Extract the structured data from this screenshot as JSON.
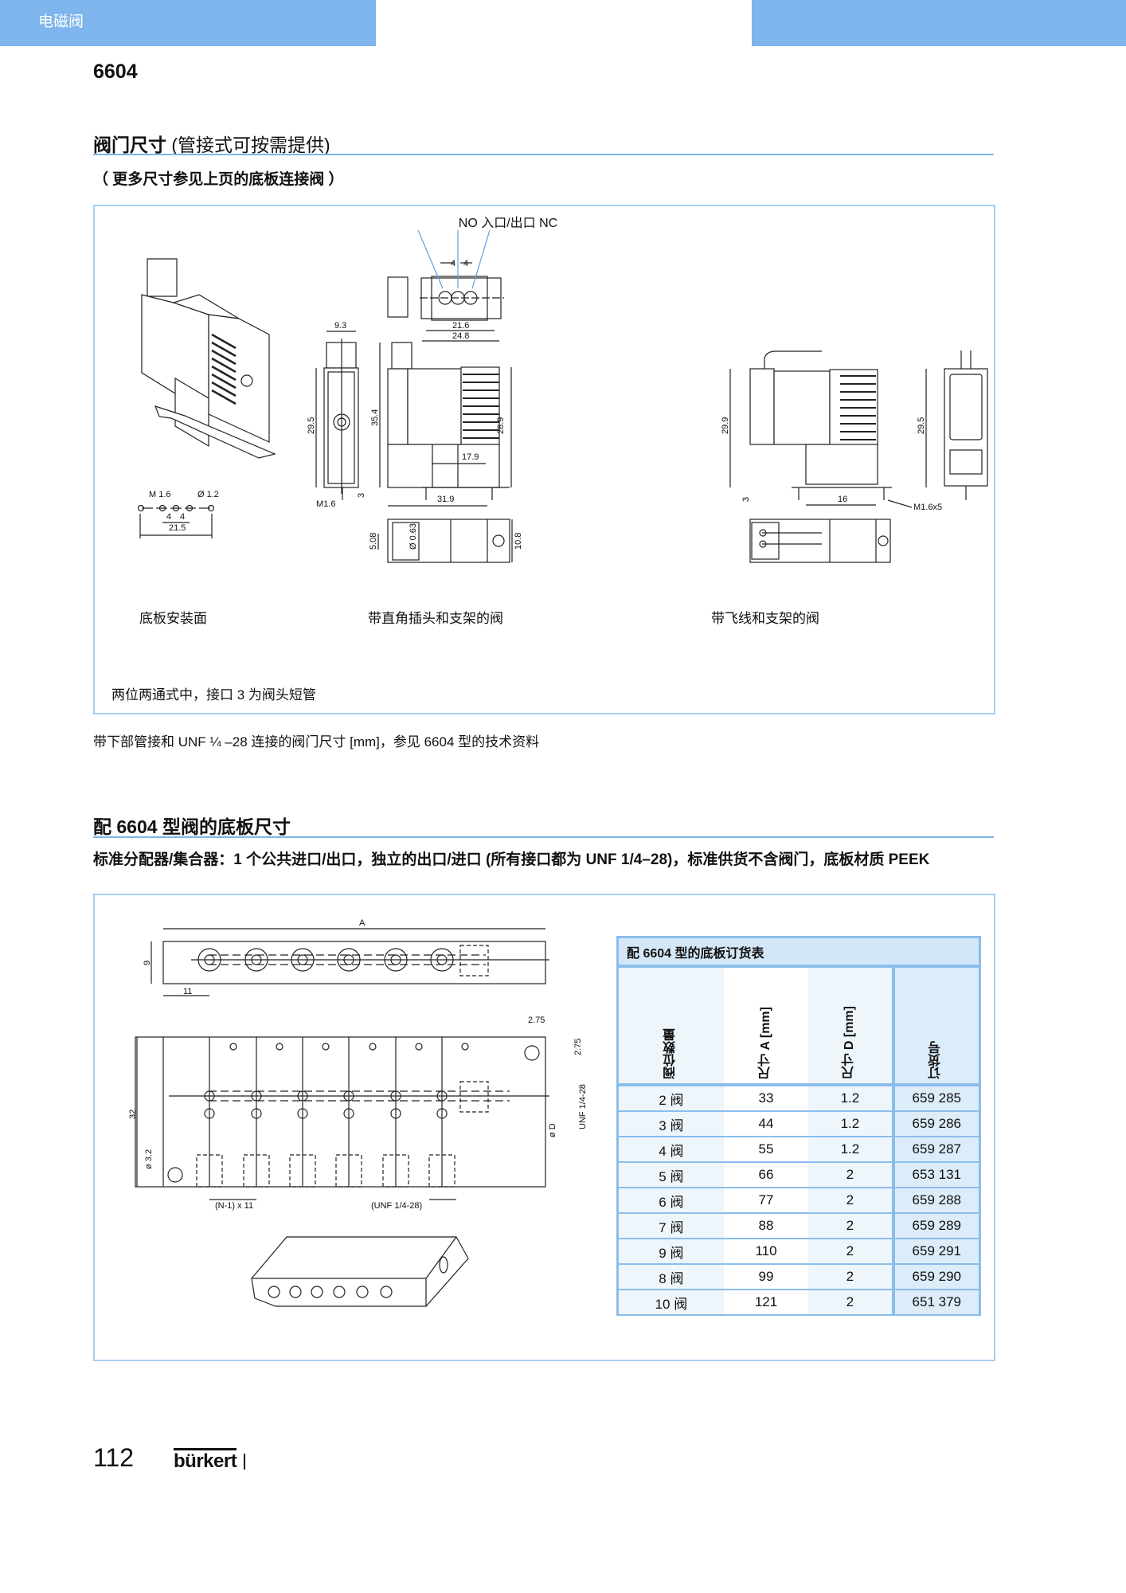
{
  "header": {
    "category": "电磁阀",
    "brand_color": "#7db5ec"
  },
  "product": "6604",
  "section1": {
    "title_bold": "阀门尺寸",
    "title_light": "(管接式可按需提供)",
    "subtitle": "（ 更多尺寸参见上页的底板连接阀 ）",
    "captions": [
      "底板安装面",
      "带直角插头和支架的阀",
      "带飞线和支架的阀"
    ],
    "box_note": "两位两通式中，接口 3 为阀头短管",
    "note": "带下部管接和 UNF ¼ –28 连接的阀门尺寸 [mm]，参见 6604 型的技术资料",
    "drawing_labels": {
      "ports": "NO 入口/出口 NC",
      "m16": "M 1.6",
      "d12": "Ø 1.2",
      "four_a": "4",
      "four_b": "4",
      "w215": "21.5",
      "t4a": "4",
      "t4b": "4",
      "w216": "21.6",
      "w248": "24.8",
      "w93": "9.3",
      "h295": "29.5",
      "m16b": "M1.6",
      "three": "3",
      "h354": "35.4",
      "h289": "28.9",
      "w179": "17.9",
      "w319": "31.9",
      "d506": "5.08",
      "d063": "Ø 0.63",
      "d108": "10.8",
      "h299": "29.9",
      "h295b": "29.5",
      "three_b": "3",
      "w16": "16",
      "m16x5": "M1.6x5"
    }
  },
  "section2": {
    "title": "配 6604 型阀的底板尺寸",
    "subtitle": "标准分配器/集合器：1 个公共进口/出口，独立的出口/进口 (所有接口都为 UNF 1/4–28)，标准供货不含阀门，底板材质 PEEK",
    "drawing_labels": {
      "a": "A",
      "nine": "9",
      "eleven": "11",
      "thirtytwo": "32",
      "t275a": "2.75",
      "t275b": "2.75",
      "unf": "UNF 1/4-28",
      "od": "ø D",
      "d32": "ø 3.2",
      "pitch": "(N-1) x 11",
      "unf2": "(UNF 1/4-28)"
    },
    "table": {
      "title": "配 6604 型的底板订货表",
      "columns": [
        "阀位数量",
        "尺寸 A [mm]",
        "尺寸 D [mm]",
        "订货号"
      ],
      "rows": [
        [
          "2 阀",
          "33",
          "1.2",
          "659 285"
        ],
        [
          "3 阀",
          "44",
          "1.2",
          "659 286"
        ],
        [
          "4 阀",
          "55",
          "1.2",
          "659 287"
        ],
        [
          "5 阀",
          "66",
          "2",
          "653 131"
        ],
        [
          "6 阀",
          "77",
          "2",
          "659 288"
        ],
        [
          "7 阀",
          "88",
          "2",
          "659 289"
        ],
        [
          "9 阀",
          "110",
          "2",
          "659 291"
        ],
        [
          "8 阀",
          "99",
          "2",
          "659 290"
        ],
        [
          "10 阀",
          "121",
          "2",
          "651 379"
        ]
      ]
    }
  },
  "footer": {
    "page": "112",
    "logo": "bürkert"
  }
}
